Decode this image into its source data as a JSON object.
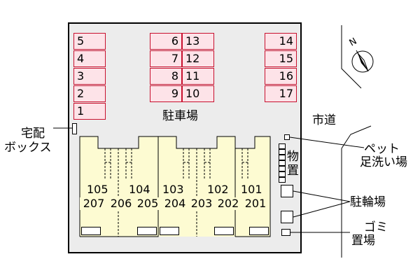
{
  "map": {
    "parking_label": "駐車場",
    "road_label": "市道",
    "compass_label": "N",
    "parking_spaces": {
      "left_column": [
        "5",
        "4",
        "3",
        "2",
        "1"
      ],
      "middle_left": [
        "6",
        "7",
        "8",
        "9"
      ],
      "middle_right": [
        "13",
        "12",
        "11",
        "10"
      ],
      "right_column": [
        "14",
        "15",
        "16",
        "17"
      ]
    },
    "units": {
      "upper_row": [
        "105",
        "104",
        "103",
        "102",
        "101"
      ],
      "lower_row": [
        "207",
        "206",
        "205",
        "204",
        "203",
        "202",
        "201"
      ]
    },
    "callouts": {
      "delivery_box": [
        "宅配",
        "ボックス"
      ],
      "pet_wash": [
        "ペット",
        "足洗い場"
      ],
      "storage": [
        "物",
        "置"
      ],
      "bike_parking": "駐輪場",
      "garbage": [
        "ゴミ",
        "置場"
      ]
    },
    "colors": {
      "parking_fill": "#fde3e8",
      "parking_border": "#c8102e",
      "building_fill": "#fdfbd2",
      "lot_fill": "#ececec"
    }
  }
}
